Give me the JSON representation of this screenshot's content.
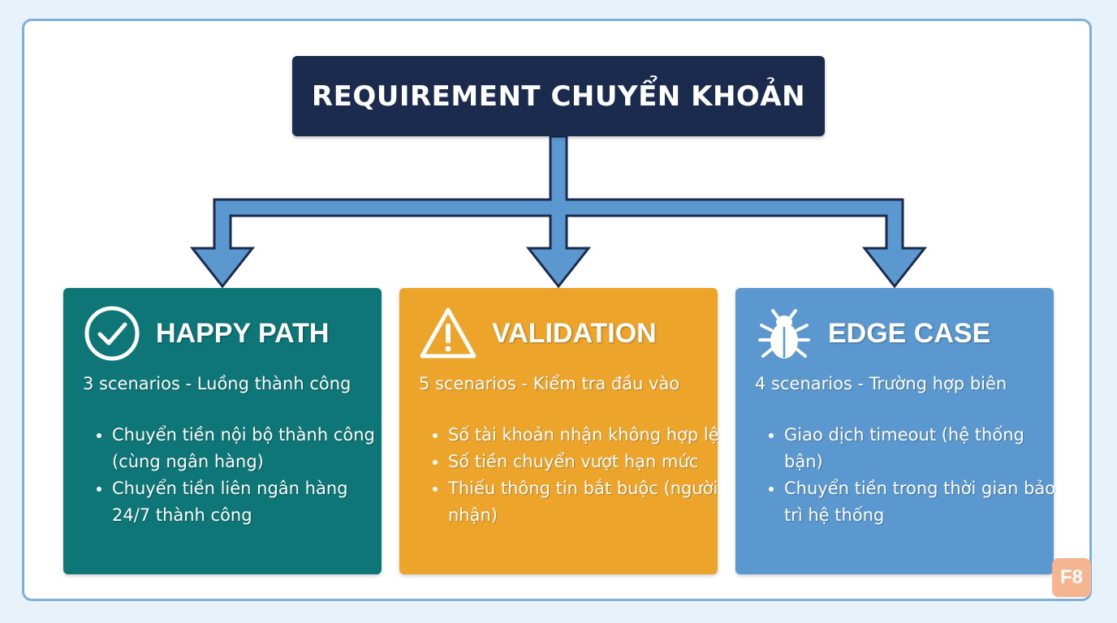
{
  "title": "REQUIREMENT CHUYỂN KHOẢN",
  "cards": [
    {
      "heading": "HAPPY PATH",
      "subtitle": "3 scenarios - Luồng thành công",
      "items": [
        "Chuyển tiền nội bộ thành công (cùng ngân hàng)",
        "Chuyển tiền liên ngân hàng 24/7 thành công"
      ],
      "icon": "check-circle-icon",
      "color": "#0e7677"
    },
    {
      "heading": "VALIDATION",
      "subtitle": "5 scenarios - Kiểm tra đầu vào",
      "items": [
        "Số tài khoản nhận không hợp lệ",
        "Số tiền chuyển vượt hạn mức",
        "Thiếu thông tin bắt buộc (người nhận)"
      ],
      "icon": "warning-triangle-icon",
      "color": "#eda42b"
    },
    {
      "heading": "EDGE CASE",
      "subtitle": "4 scenarios - Trường hợp biên",
      "items": [
        "Giao dịch timeout (hệ thống bận)",
        "Chuyển tiền trong thời gian bảo trì hệ thống"
      ],
      "icon": "bug-icon",
      "color": "#5b98cf"
    }
  ],
  "badge": "F8",
  "colors": {
    "title_bg": "#1a2b4e",
    "arrow_fill": "#5b98cf",
    "arrow_stroke": "#1a2b4e"
  }
}
